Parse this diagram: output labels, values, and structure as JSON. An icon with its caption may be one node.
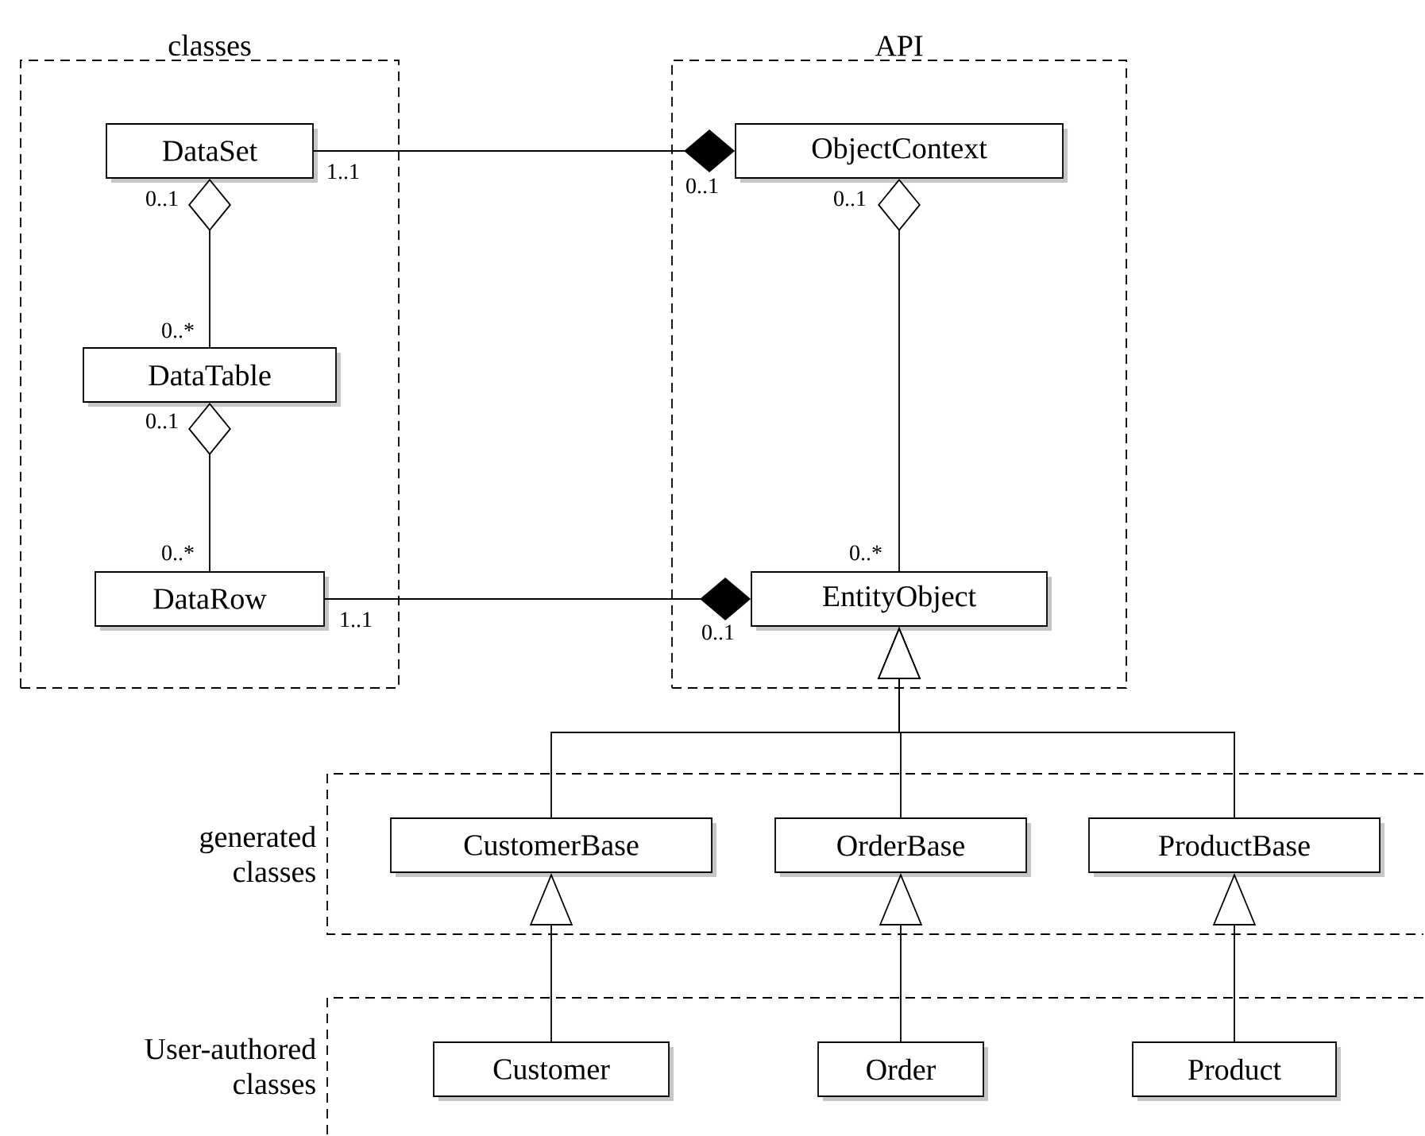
{
  "diagram": {
    "nodes": [
      {
        "text": [
          "classes"
        ]
      },
      {
        "text": [
          "DataSet"
        ],
        "in": 0
      },
      {
        "text": [
          "DataTable"
        ],
        "in": 0
      },
      {
        "text": [
          "DataRow"
        ],
        "in": 0
      },
      {
        "text": [
          "API"
        ]
      },
      {
        "text": [
          "ObjectContext"
        ],
        "in": 4
      },
      {
        "text": [
          "EntityObject"
        ],
        "in": 4
      },
      {
        "text": [
          "generated classes"
        ]
      },
      {
        "text": [
          "CustomerBase"
        ],
        "in": 7
      },
      {
        "text": [
          "OrderBase"
        ],
        "in": 7
      },
      {
        "text": [
          "ProductBase"
        ],
        "in": 7
      },
      {
        "text": [
          "User-authored classes"
        ]
      },
      {
        "text": [
          "Customer"
        ],
        "in": 11
      },
      {
        "text": [
          "Order"
        ],
        "in": 11
      },
      {
        "text": [
          "Product"
        ],
        "in": 11
      }
    ],
    "edges": [
      {
        "from": 1,
        "to": 5,
        "arrow": "other"
      },
      {
        "from": 2,
        "to": 1,
        "arrow": "other"
      },
      {
        "from": 3,
        "to": 2,
        "arrow": "other"
      },
      {
        "from": 6,
        "to": 5,
        "arrow": "other"
      },
      {
        "from": 3,
        "to": 6,
        "arrow": "other"
      },
      {
        "from": 8,
        "to": 6,
        "arrow": "to"
      },
      {
        "from": 9,
        "to": 6,
        "arrow": "to"
      },
      {
        "from": 10,
        "to": 6,
        "arrow": "to"
      },
      {
        "from": 12,
        "to": 8,
        "arrow": "to"
      },
      {
        "from": 13,
        "to": 9,
        "arrow": "to"
      },
      {
        "from": 14,
        "to": 10,
        "arrow": "to"
      }
    ],
    "labels": [
      "1..1",
      "0..1",
      "0..1",
      "0..1",
      "0..*",
      "0..1",
      "0..*",
      "0..*",
      "1..1",
      "0..1"
    ]
  }
}
